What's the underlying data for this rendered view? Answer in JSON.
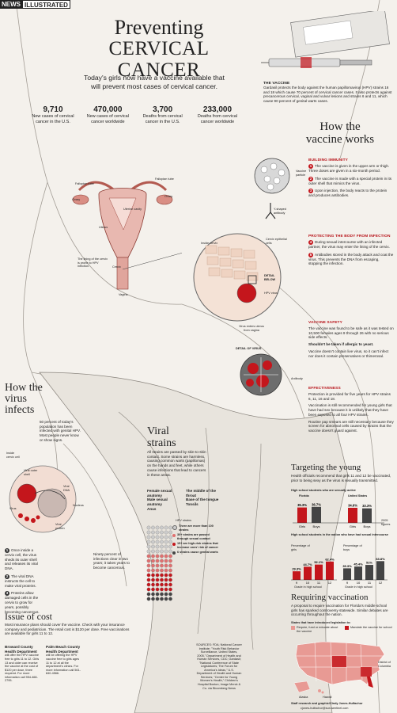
{
  "masthead": {
    "left": "NEWS",
    "right": "ILLUSTRATED"
  },
  "title": {
    "line1": "Preventing",
    "line2": "CERVICAL CANCER",
    "subtitle": "Today's girls now have a vaccine available that will prevent most cases of cervical cancer."
  },
  "stats": [
    {
      "value": "9,710",
      "label": "New cases of cervical cancer in the U.S."
    },
    {
      "value": "470,000",
      "label": "New cases of cervical cancer worldwide"
    },
    {
      "value": "3,700",
      "label": "Deaths from cervical cancer in the U.S."
    },
    {
      "value": "233,000",
      "label": "Deaths from cervical cancer worldwide"
    }
  ],
  "vaccine": {
    "heading": "THE VACCINE",
    "text": "Gardasil protects the body against the human papillomavirus (HPV) strains 16 and 18 which cause 70 percent of cervical cancer cases. It also protects against precancerous cervical, vaginal and vulvar lesions and strains 6 and 11, which cause 90 percent of genital warts cases."
  },
  "anatomy": {
    "fallopian_left": "Fallopian tube",
    "fallopian_right": "Fallopian tube",
    "ovary_left": "Ovary",
    "ovary_right": "Ovary",
    "uterus": "Uterus",
    "uterine_cavity": "Uterine cavity",
    "cervix": "Cervix",
    "vagina": "Vagina",
    "note": "The lining of the cervix is prone to HPV infection."
  },
  "detail": {
    "inside_cervix": "Inside cervix",
    "epithelial": "Cervix epithelial cells",
    "detail_below": "DETAIL BELOW",
    "hpv": "HPV virus",
    "enters": "Virus enters uterus from vagina",
    "detail_of_virus": "DETAIL OF VIRUS",
    "antibody": "Antibody"
  },
  "how_works": {
    "title_line1": "How the",
    "title_line2": "vaccine works",
    "building_heading": "BUILDING IMMUNITY",
    "vaccine_particle": "Vaccine particle",
    "y_antibody": "Y-shaped antibody",
    "step1": "The vaccine is given in the upper arm or thigh. Three doses are given in a six-month period.",
    "step2": "The vaccine is made with a special protein in its outer shell that mimics the virus.",
    "step3": "Upon injection, the body reacts to the protein and produces antibodies.",
    "protecting_heading": "PROTECTING THE BODY FROM INFECTION",
    "step4": "During sexual intercourse with an infected partner, the virus may enter the lining of the cervix.",
    "step5": "Antibodies stored in the body attack and coat the virus. This prevents the DNA from escaping, stopping the infection.",
    "safety_heading": "VACCINE SAFETY",
    "safety1": "The vaccine was found to be safe as it was tested on 10,500 females ages 9 through 26 with no serious side effects.",
    "safety2": "Shouldn't be taken if allergic to yeast.",
    "safety3": "Vaccine doesn't contain live virus, so it can't infect nor does it contain preservatives or thimerosal.",
    "effect_heading": "EFFECTIVENESS",
    "effect1": "Protection is provided for five years for HPV strains 6, 11, 16 and 18.",
    "effect2": "Vaccination is still recommended for young girls that have had sex because it is unlikely that they have been exposed to all four HPV strains.",
    "effect3": "Routine pap smears are still necessary because they screen for abnormal cells caused by strains that the vaccine doesn't guard against."
  },
  "infects": {
    "title": "How the virus infects",
    "intro": "50 percent of today's population has been infected with genital HPV. Most people never know or show signs.",
    "inside_cell": "Inside cervix cell",
    "outer_shell": "Viral outer shell",
    "viral_dna": "Viral DNA",
    "nucleus": "Nucleus",
    "virus": "Virus",
    "viral_protein": "Viral protein",
    "step1": "Once inside a cervix cell, the virus sheds its outer shell and releases its viral DNA.",
    "step2": "The viral DNA instructs the cell to make viral proteins.",
    "step3": "Proteins allow damaged cells in the cervix to grow for years, possibly becoming cancerous.",
    "ninety": "Ninety percent of infections clear in two years; it takes years to become cancerous."
  },
  "strains": {
    "title": "Viral strains",
    "text": "All strains are passed by skin-to-skin contact. Some strains are harmless, causing common warts (papillomas) on the hands and feet, while others cause infections that lead to cancers in these areas.",
    "areas_left": [
      "Female sexual anatomy",
      "Male sexual anatomy",
      "Anus"
    ],
    "areas_right": [
      "The middle of the throat",
      "Base of the tongue",
      "Tonsils"
    ],
    "legend_title": "HPV strains",
    "legend": [
      "There are more than 100 strains",
      "30+ strains are passed through sexual contact",
      "15+ are high-risk strains that increase ones' risk of cancer",
      "6 strains cause genital warts"
    ]
  },
  "cost": {
    "title": "Issue of cost",
    "text": "Most insurance plans should cover the vaccine. Check with your insurance company and pediatrician. The retail cost is $120 per dose. Free vaccinations are available for girls 11 to 12.",
    "broward_head": "Broward County Health Department",
    "broward": "will offer the HPV vaccine free to girls 11 to 12. Girls 13 and older can receive the vaccine at the cost of $120 per dose, three required. For more information call 954-468-2795.",
    "palm_head": "Palm Beach County Health Department",
    "palm": "will be offering the HPV vaccine free to girls ages 11 to 12 at all the department's clinics. For more information call 561-840-4566."
  },
  "sources": "SOURCES: FDA; National Cancer Institute; \"Youth Risk Behavior Surveillance, United States, 2005,\" Department of Health and Human Services, CDC; Gardasil; \"National Conference of State Legislatures; The Forum for America's Ideas,\" U.S. Department of Health and Human Services; \"Center for Young Women's Health,\" Children's Hospital Boston; Image Merck & Co. via Bloomberg News",
  "targeting": {
    "title": "Targeting the young",
    "intro": "Health officials recommend that girls 11 and 12 be vaccinated, prior to being sexy as the virus is sexually transmitted.",
    "chart1_title": "High school students who are sexually active",
    "chart2_title": "High school students in the nation who have had sexual intercourse",
    "girls": "Girls",
    "boys": "Boys",
    "florida": "Florida",
    "us": "United States",
    "figures": "2005 figures",
    "pct_girls": "Percentage of girls",
    "pct_boys": "Percentage of boys",
    "grade": "Grade in high school"
  },
  "requiring": {
    "title": "Requiring vaccination",
    "text": "A proposal to require vaccination for Florida's middle school girls has sparked controversy statewide. Similar debates are occurring throughout the nation.",
    "legend_title": "States that have introduced legislation to:",
    "opt1": "Require, fund or educate about the vaccine",
    "opt2": "Mandate the vaccine for school",
    "alaska": "Alaska",
    "hawaii": "Hawaii",
    "dc": "District of Columbia"
  },
  "credit": "Staff research and graphic/Cindy Jones-Hulfachor",
  "credit2": "cjones-hulfachor@sun-sentinel.com",
  "chart_data": [
    {
      "type": "bar",
      "title": "High school students who are sexually active",
      "categories": [
        "Florida Girls",
        "Florida Boys",
        "United States Girls",
        "United States Boys"
      ],
      "values": [
        35.3,
        36.7,
        34.6,
        33.3
      ],
      "value_labels": [
        "35.3%",
        "36.7%",
        "34.6%",
        "33.3%"
      ]
    },
    {
      "type": "bar",
      "title": "High school students in the nation who have had sexual intercourse",
      "categories": [
        "9",
        "10",
        "11",
        "12"
      ],
      "series": [
        {
          "name": "Percentage of girls",
          "values": [
            29.3,
            44.7,
            52.1,
            62.4
          ]
        },
        {
          "name": "Percentage of boys",
          "values": [
            39.3,
            45.4,
            51.0,
            63.8
          ]
        }
      ],
      "value_labels": {
        "girls": [
          "29.3%",
          "44.7%",
          "52.1%",
          "62.4%"
        ],
        "boys": [
          "39.3%",
          "45.4%",
          "51%",
          "63.8%"
        ]
      },
      "xlabel": "Grade in high school"
    }
  ],
  "colors": {
    "accent": "#c4161c",
    "bg": "#f4f1ec",
    "line": "#555555",
    "uterus": "#e8b8b0"
  }
}
